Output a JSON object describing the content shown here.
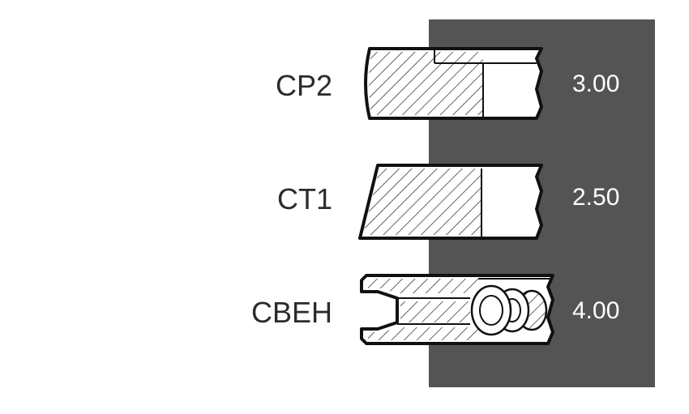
{
  "colors": {
    "panel": "#545454",
    "label": "#2b2b2b",
    "value": "#ffffff",
    "stroke": "#111111"
  },
  "rings": [
    {
      "label": "CP2",
      "value": "3.00"
    },
    {
      "label": "CT1",
      "value": "2.50"
    },
    {
      "label": "CBEH",
      "value": "4.00"
    }
  ]
}
